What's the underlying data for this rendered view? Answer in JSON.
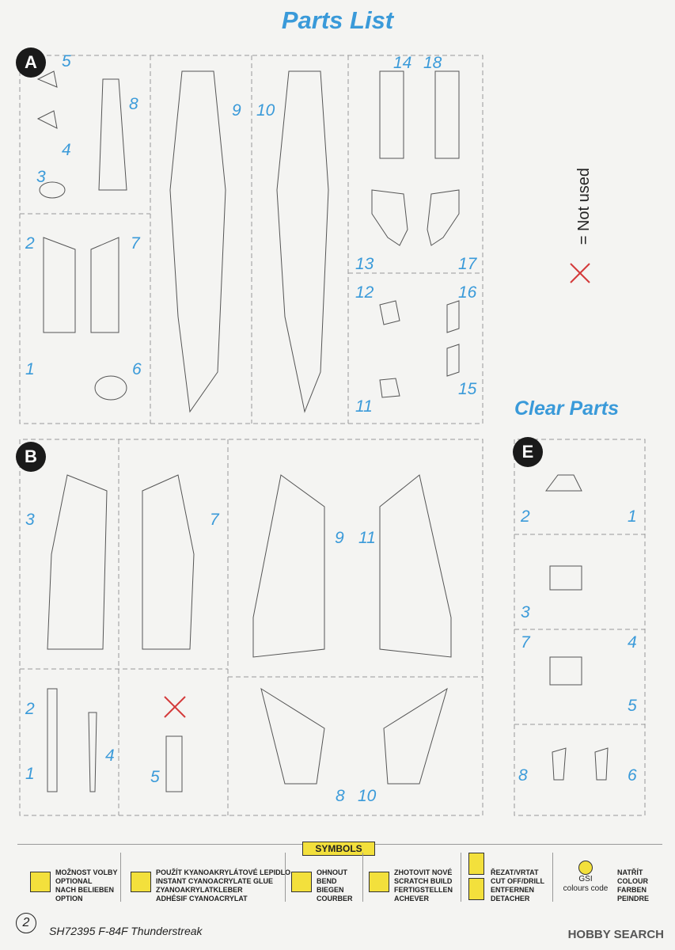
{
  "title": "Parts List",
  "clear_title": "Clear Parts",
  "not_used_label": "= Not used",
  "sprues": {
    "a": {
      "letter": "A",
      "numbers": [
        "5",
        "8",
        "4",
        "3",
        "2",
        "7",
        "1",
        "6",
        "9",
        "10",
        "14",
        "18",
        "13",
        "17",
        "12",
        "16",
        "15",
        "11"
      ]
    },
    "b": {
      "letter": "B",
      "numbers": [
        "3",
        "7",
        "9",
        "11",
        "2",
        "4",
        "1",
        "5",
        "8",
        "10"
      ]
    },
    "e": {
      "letter": "E",
      "numbers": [
        "2",
        "1",
        "3",
        "7",
        "4",
        "5",
        "8",
        "6"
      ]
    }
  },
  "legend": {
    "symbols_label": "SYMBOLS",
    "optional": [
      "MOŽNOST VOLBY",
      "OPTIONAL",
      "NACH BELIEBEN",
      "OPTION"
    ],
    "glue": [
      "POUŽÍT KYANOAKRYLÁTOVÉ LEPIDLO",
      "INSTANT CYANOACRYLATE GLUE",
      "ZYANOAKRYLATKLEBER",
      "ADHÉSIF CYANOACRYLAT"
    ],
    "bend": [
      "OHNOUT",
      "BEND",
      "BIEGEN",
      "COURBER"
    ],
    "scratch": [
      "ZHOTOVIT NOVÉ",
      "SCRATCH BUILD",
      "FERTIGSTELLEN",
      "ACHEVER"
    ],
    "cut": [
      "ŘEZAT/VRTAT",
      "CUT OFF/DRILL",
      "ENTFERNEN",
      "DETACHER"
    ],
    "gsi": [
      "GSI",
      "colours code"
    ],
    "paint": [
      "NATŘÍT",
      "COLOUR",
      "FARBEN",
      "PEINDRE"
    ]
  },
  "footer": {
    "page": "2",
    "code": "SH72395  F-84F Thunderstreak",
    "watermark": "HOBBY SEARCH"
  },
  "colors": {
    "accent": "#3a9ad9",
    "not_used": "#d43a3a",
    "symbol_yellow": "#f3e03c"
  }
}
